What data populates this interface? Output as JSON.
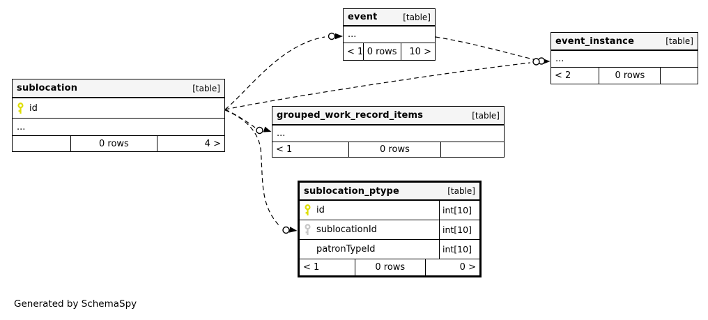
{
  "diagram_note": "Generated by SchemaSpy",
  "colors": {
    "primary_key": "#dede00",
    "foreign_key": "#c8c8c8",
    "header_bg": "#f5f5f5",
    "border": "#000000",
    "background": "#ffffff"
  },
  "tables": {
    "event": {
      "name": "event",
      "tag": "[table]",
      "ellipsis": "...",
      "footer": {
        "left": "< 1",
        "center": "0 rows",
        "right": "10 >"
      }
    },
    "event_instance": {
      "name": "event_instance",
      "tag": "[table]",
      "ellipsis": "...",
      "footer": {
        "left": "< 2",
        "center": "0 rows",
        "right": ""
      }
    },
    "sublocation": {
      "name": "sublocation",
      "tag": "[table]",
      "columns": [
        {
          "name": "id",
          "key": "primary"
        }
      ],
      "ellipsis": "...",
      "footer": {
        "left": "",
        "center": "0 rows",
        "right": "4 >"
      }
    },
    "grouped_work_record_items": {
      "name": "grouped_work_record_items",
      "tag": "[table]",
      "ellipsis": "...",
      "footer": {
        "left": "< 1",
        "center": "0 rows",
        "right": ""
      }
    },
    "sublocation_ptype": {
      "name": "sublocation_ptype",
      "tag": "[table]",
      "columns": [
        {
          "name": "id",
          "type": "int[10]",
          "key": "primary"
        },
        {
          "name": "sublocationId",
          "type": "int[10]",
          "key": "foreign"
        },
        {
          "name": "patronTypeId",
          "type": "int[10]",
          "key": "none"
        }
      ],
      "footer": {
        "left": "< 1",
        "center": "0 rows",
        "right": "0 >"
      }
    }
  },
  "relationships": [
    {
      "parent": "sublocation",
      "child": "event"
    },
    {
      "parent": "sublocation",
      "child": "event_instance"
    },
    {
      "parent": "event",
      "child": "event_instance"
    },
    {
      "parent": "sublocation",
      "child": "grouped_work_record_items"
    },
    {
      "parent": "sublocation",
      "child": "sublocation_ptype"
    }
  ]
}
